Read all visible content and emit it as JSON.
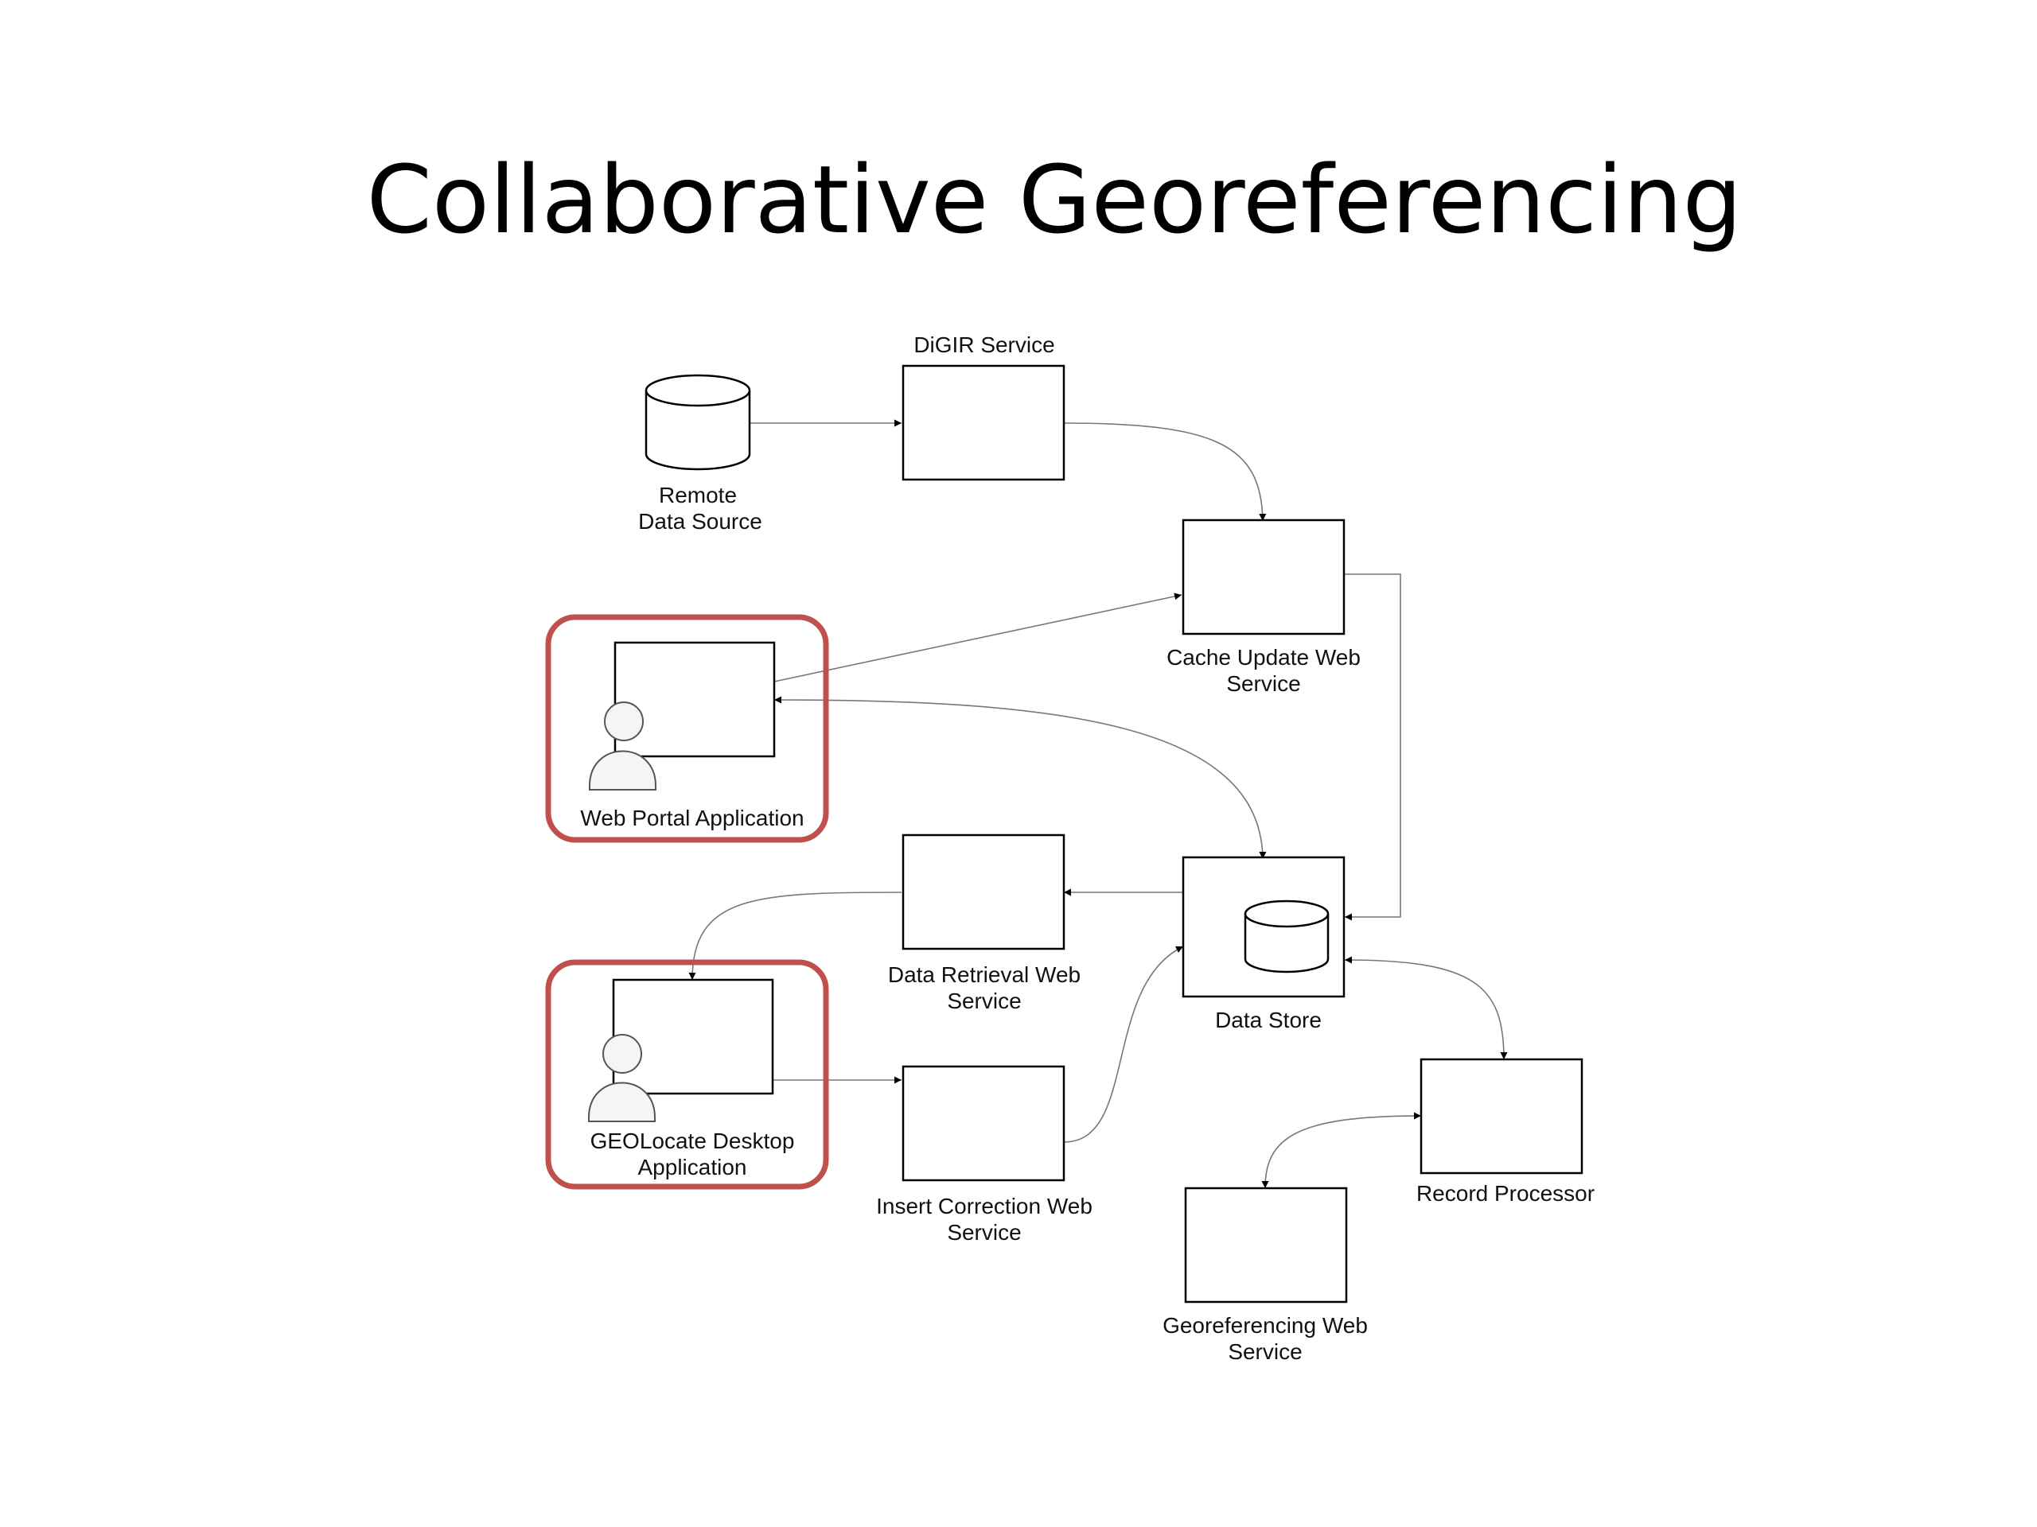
{
  "title": "Collaborative Georeferencing",
  "colors": {
    "highlight": "#c0504d",
    "line": "#777777",
    "box_border": "#000000"
  },
  "nodes": {
    "remote_data_source": {
      "label_line1": "Remote",
      "label_line2": "Data Source",
      "icon": "database-cylinder-icon"
    },
    "digir_service": {
      "label": "DiGIR Service"
    },
    "cache_update": {
      "label_line1": "Cache Update Web",
      "label_line2": "Service"
    },
    "web_portal": {
      "label": "Web Portal Application",
      "icon": "user-icon",
      "highlighted": true
    },
    "data_retrieval": {
      "label_line1": "Data Retrieval Web",
      "label_line2": "Service"
    },
    "data_store": {
      "label": "Data Store",
      "icon": "database-cylinder-icon"
    },
    "geolocate_desktop": {
      "label_line1": "GEOLocate Desktop",
      "label_line2": "Application",
      "icon": "user-icon",
      "highlighted": true
    },
    "insert_correction": {
      "label_line1": "Insert Correction Web",
      "label_line2": "Service"
    },
    "record_processor": {
      "label": "Record Processor"
    },
    "georeferencing": {
      "label_line1": "Georeferencing Web",
      "label_line2": "Service"
    }
  },
  "connections": [
    {
      "from": "Remote Data Source",
      "to": "DiGIR Service"
    },
    {
      "from": "DiGIR Service",
      "to": "Cache Update Web Service"
    },
    {
      "from": "Web Portal Application",
      "to": "Cache Update Web Service"
    },
    {
      "from": "Cache Update Web Service",
      "to": "Data Store"
    },
    {
      "from": "Data Store",
      "to": "Web Portal Application",
      "bidirectional": true
    },
    {
      "from": "Data Store",
      "to": "Data Retrieval Web Service"
    },
    {
      "from": "Data Retrieval Web Service",
      "to": "GEOLocate Desktop Application"
    },
    {
      "from": "GEOLocate Desktop Application",
      "to": "Insert Correction Web Service"
    },
    {
      "from": "Insert Correction Web Service",
      "to": "Data Store"
    },
    {
      "from": "Data Store",
      "to": "Record Processor",
      "bidirectional": true
    },
    {
      "from": "Record Processor",
      "to": "Georeferencing Web Service",
      "bidirectional": true
    }
  ]
}
